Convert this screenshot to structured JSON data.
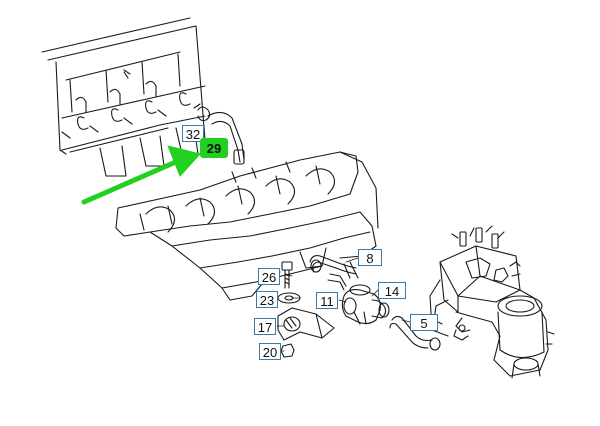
{
  "labels": {
    "l32": "32",
    "l29": "29",
    "l8": "8",
    "l26": "26",
    "l23": "23",
    "l11": "11",
    "l14": "14",
    "l5": "5",
    "l17": "17",
    "l20": "20"
  },
  "colors": {
    "line": "#1a1a1a",
    "highlight": "#22d11f",
    "label_border": "#3a7ca8",
    "arrow": "#22d11f"
  },
  "highlighted_part": "29"
}
